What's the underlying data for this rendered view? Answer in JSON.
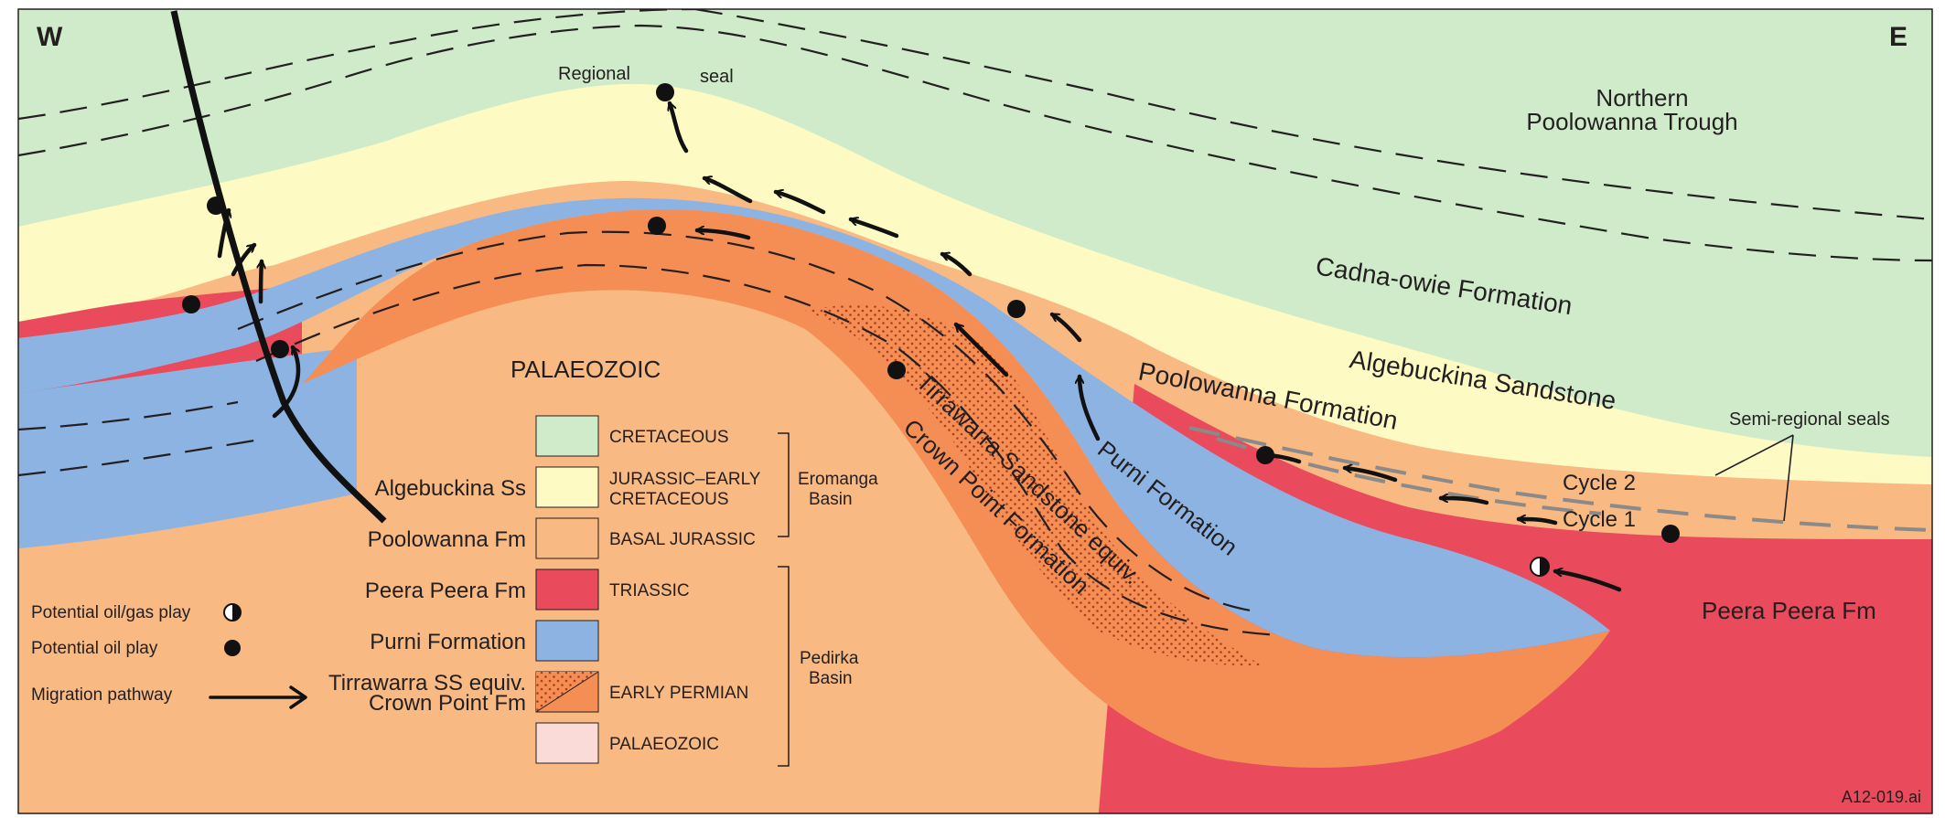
{
  "corner_labels": {
    "west": "W",
    "east": "E"
  },
  "file_code": "A12-019.ai",
  "colors": {
    "cretaceous": "#cfebc9",
    "jurassic_early_cretaceous": "#fefac3",
    "basal_jurassic": "#f8b982",
    "triassic": "#e94a5c",
    "purni": "#8db3e2",
    "early_permian": "#f48e55",
    "palaeozoic": "#fbdbd7",
    "fault": "#111111",
    "semi_regional_seal": "#8a8a8a"
  },
  "map_labels": {
    "regional_seal_1": "Regional",
    "regional_seal_2": "seal",
    "northern_trough_1": "Northern",
    "northern_trough_2": "Poolowanna Trough",
    "cadna_owie": "Cadna-owie Formation",
    "algebuckina": "Algebuckina Sandstone",
    "poolowanna": "Poolowanna Formation",
    "semi_regional_seals": "Semi-regional seals",
    "cycle_2": "Cycle 2",
    "cycle_1": "Cycle 1",
    "peera_peera": "Peera Peera Fm",
    "palaeozoic": "PALAEOZOIC",
    "tirrawarra": "Tirrawarra Sandstone equiv.",
    "crown_point": "Crown Point Formation",
    "purni": "Purni Formation"
  },
  "legend": {
    "items": [
      {
        "left_label": "",
        "right_label_1": "CRETACEOUS",
        "right_label_2": ""
      },
      {
        "left_label": "Algebuckina Ss",
        "right_label_1": "JURASSIC–EARLY",
        "right_label_2": "CRETACEOUS"
      },
      {
        "left_label": "Poolowanna Fm",
        "right_label_1": "BASAL JURASSIC",
        "right_label_2": ""
      },
      {
        "left_label": "Peera Peera Fm",
        "right_label_1": "TRIASSIC",
        "right_label_2": ""
      },
      {
        "left_label": "Purni Formation",
        "right_label_1": "",
        "right_label_2": ""
      },
      {
        "left_label_1": "Tirrawarra SS equiv.",
        "left_label_2": "Crown Point Fm",
        "right_label_1": "EARLY PERMIAN",
        "right_label_2": ""
      },
      {
        "left_label": "",
        "right_label_1": "PALAEOZOIC",
        "right_label_2": ""
      }
    ],
    "groups": [
      {
        "name_1": "Eromanga",
        "name_2": "Basin"
      },
      {
        "name_1": "Pedirka",
        "name_2": "Basin"
      }
    ],
    "symbols": {
      "oil_gas_play": "Potential oil/gas play",
      "oil_play": "Potential oil play",
      "migration": "Migration pathway"
    }
  }
}
